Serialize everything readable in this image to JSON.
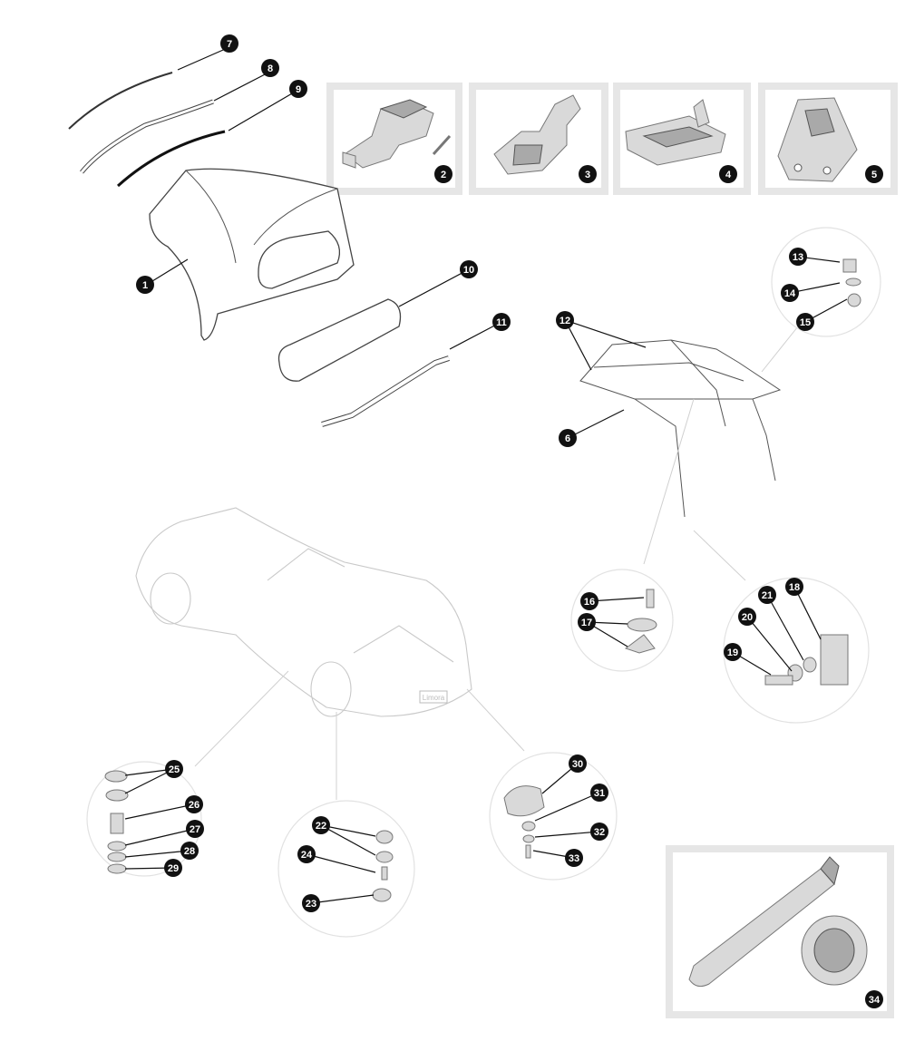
{
  "callouts": {
    "c1": "1",
    "c2": "2",
    "c3": "3",
    "c4": "4",
    "c5": "5",
    "c6": "6",
    "c7": "7",
    "c8": "8",
    "c9": "9",
    "c10": "10",
    "c11": "11",
    "c12": "12",
    "c13": "13",
    "c14": "14",
    "c15": "15",
    "c16": "16",
    "c17": "17",
    "c18": "18",
    "c19": "19",
    "c20": "20",
    "c21": "21",
    "c22": "22",
    "c23": "23",
    "c24": "24",
    "c25": "25",
    "c26": "26",
    "c27": "27",
    "c28": "28",
    "c29": "29",
    "c30": "30",
    "c31": "31",
    "c32": "32",
    "c33": "33",
    "c34": "34"
  },
  "plate_text": "Limora",
  "colors": {
    "callout_fill": "#111111",
    "callout_text": "#ffffff",
    "frame": "#e6e6e6",
    "ghost_car": "#c9c9c9"
  }
}
